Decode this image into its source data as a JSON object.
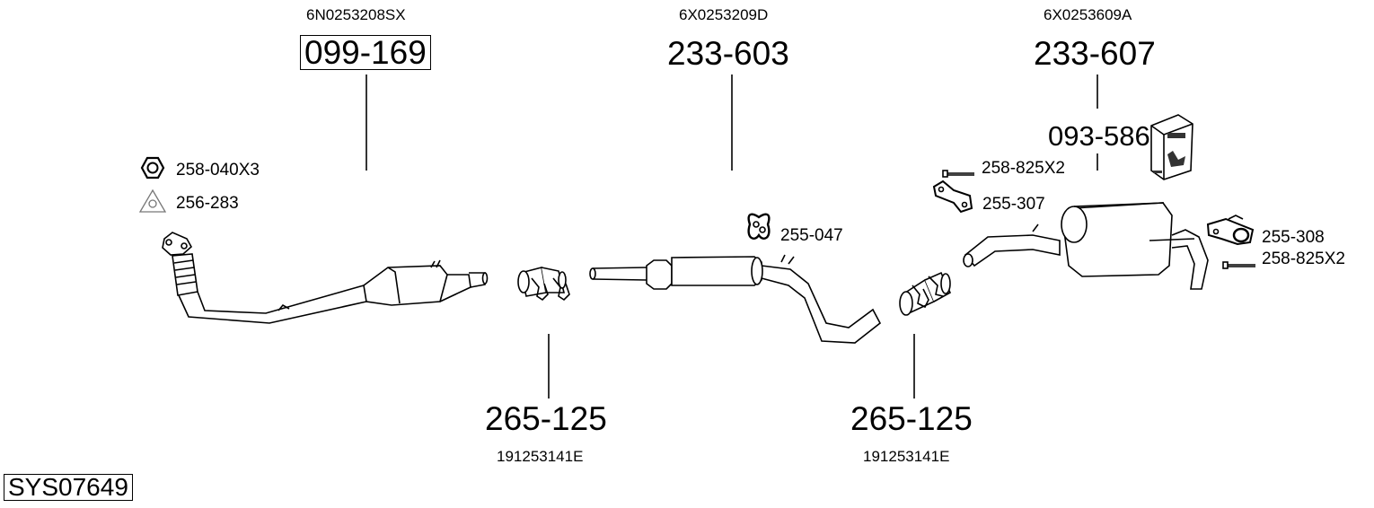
{
  "system_code": "SYS07649",
  "main_parts": [
    {
      "oem": "6N0253208SX",
      "part": "099-169",
      "boxed": true
    },
    {
      "oem": "6X0253209D",
      "part": "233-603",
      "boxed": false
    },
    {
      "oem": "6X0253609A",
      "part": "233-607",
      "boxed": false
    }
  ],
  "clamps": [
    {
      "part": "265-125",
      "oem": "191253141E"
    },
    {
      "part": "265-125",
      "oem": "191253141E"
    }
  ],
  "accessories": {
    "nut": "258-040X3",
    "gasket": "256-283",
    "rubber_hanger": "255-047",
    "bolt_top": "258-825X2",
    "bracket": "255-307",
    "mounting_kit": "093-586",
    "rear_hanger": "255-308",
    "bolt_bottom": "258-825X2"
  }
}
